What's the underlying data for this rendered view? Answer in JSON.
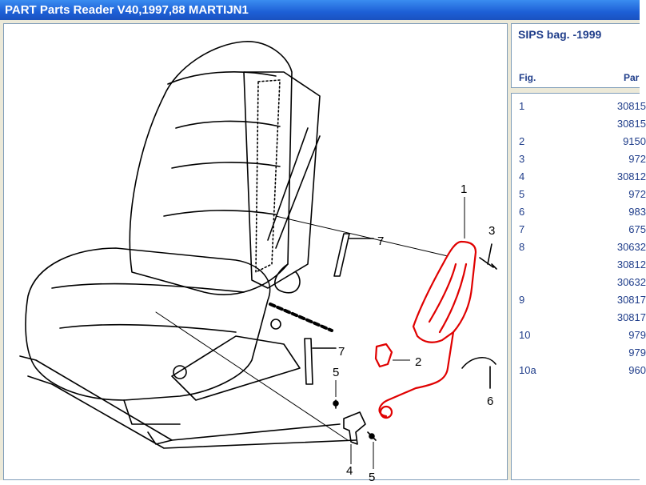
{
  "window": {
    "title": "PART Parts Reader V40,1997,88 MARTIJN1"
  },
  "list": {
    "title": "SIPS bag. -1999",
    "columns": {
      "fig": "Fig.",
      "part": "Par"
    },
    "rows": [
      {
        "fig": "1",
        "part": "30815"
      },
      {
        "fig": "",
        "part": "30815"
      },
      {
        "fig": "2",
        "part": "9150"
      },
      {
        "fig": "3",
        "part": "972"
      },
      {
        "fig": "4",
        "part": "30812"
      },
      {
        "fig": "5",
        "part": "972"
      },
      {
        "fig": "6",
        "part": "983"
      },
      {
        "fig": "7",
        "part": "675"
      },
      {
        "fig": "8",
        "part": "30632"
      },
      {
        "fig": "",
        "part": "30812"
      },
      {
        "fig": "",
        "part": "30632"
      },
      {
        "fig": "9",
        "part": "30817"
      },
      {
        "fig": "",
        "part": "30817"
      },
      {
        "fig": "10",
        "part": "979"
      },
      {
        "fig": "",
        "part": "979"
      },
      {
        "fig": "10a",
        "part": "960"
      }
    ]
  },
  "diagram": {
    "callouts": {
      "c1": "1",
      "c2": "2",
      "c3": "3",
      "c4": "4",
      "c5a": "5",
      "c5b": "5",
      "c6": "6",
      "c7a": "7",
      "c7b": "7"
    },
    "colors": {
      "highlight": "#e00000",
      "line": "#000000"
    }
  }
}
